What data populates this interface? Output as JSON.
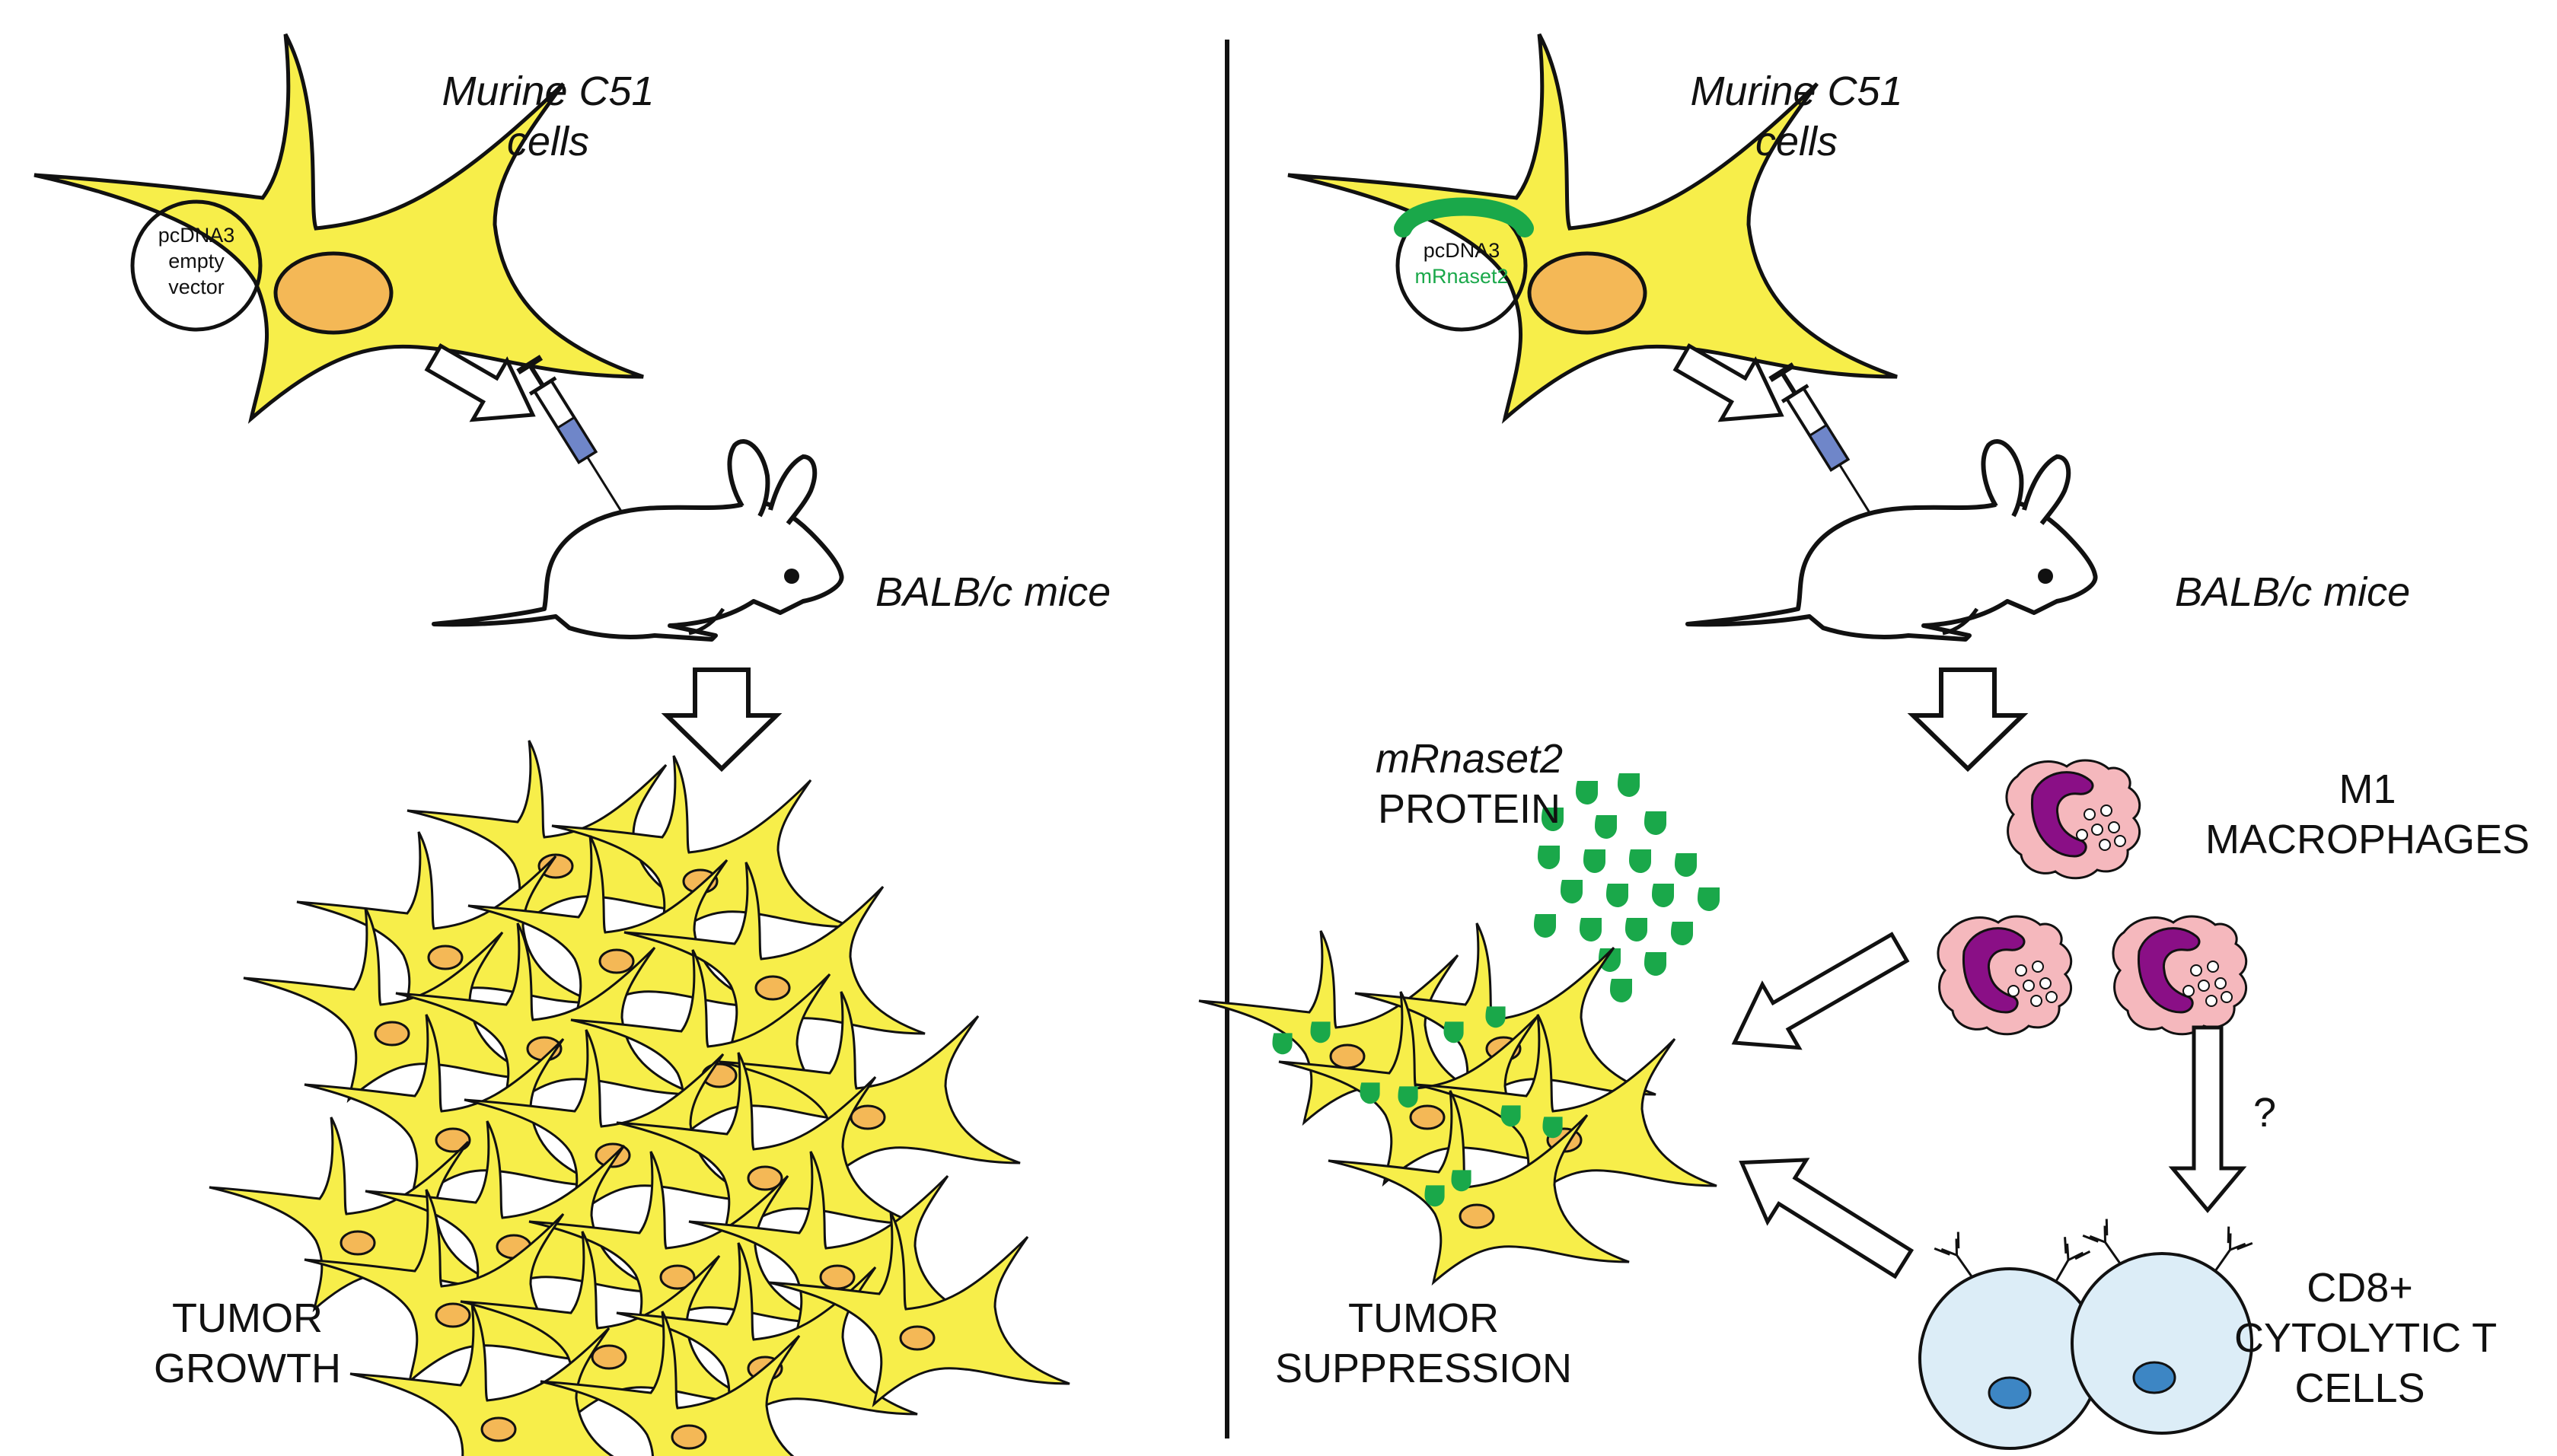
{
  "colors": {
    "cell_fill": "#f7ee4a",
    "nucleus_fill": "#f4b856",
    "syringe_liquid": "#6f86c9",
    "rnase_green": "#1aa84a",
    "macrophage_fill": "#f5b8bd",
    "macrophage_nucleus": "#8a0f86",
    "tcell_fill": "#dcedf7",
    "tcell_nucleus": "#3d86c4"
  },
  "left_panel": {
    "cell_label_line1": "Murine C51",
    "cell_label_line2": "cells",
    "plasmid_line1": "pcDNA3",
    "plasmid_line2": "empty",
    "plasmid_line3": "vector",
    "mouse_label": "BALB/c mice",
    "outcome_line1": "TUMOR",
    "outcome_line2": "GROWTH"
  },
  "right_panel": {
    "cell_label_line1": "Murine C51",
    "cell_label_line2": "cells",
    "plasmid_line1": "pcDNA3",
    "plasmid_line2": "mRnaset2",
    "mouse_label": "BALB/c mice",
    "protein_line1": "mRnaset2",
    "protein_line2": "PROTEIN",
    "macrophage_line1": "M1",
    "macrophage_line2": "MACROPHAGES",
    "question_mark": "?",
    "tcell_line1": "CD8+",
    "tcell_line2": "CYTOLYTIC T",
    "tcell_line3": "CELLS",
    "outcome_line1": "TUMOR",
    "outcome_line2": "SUPPRESSION"
  }
}
